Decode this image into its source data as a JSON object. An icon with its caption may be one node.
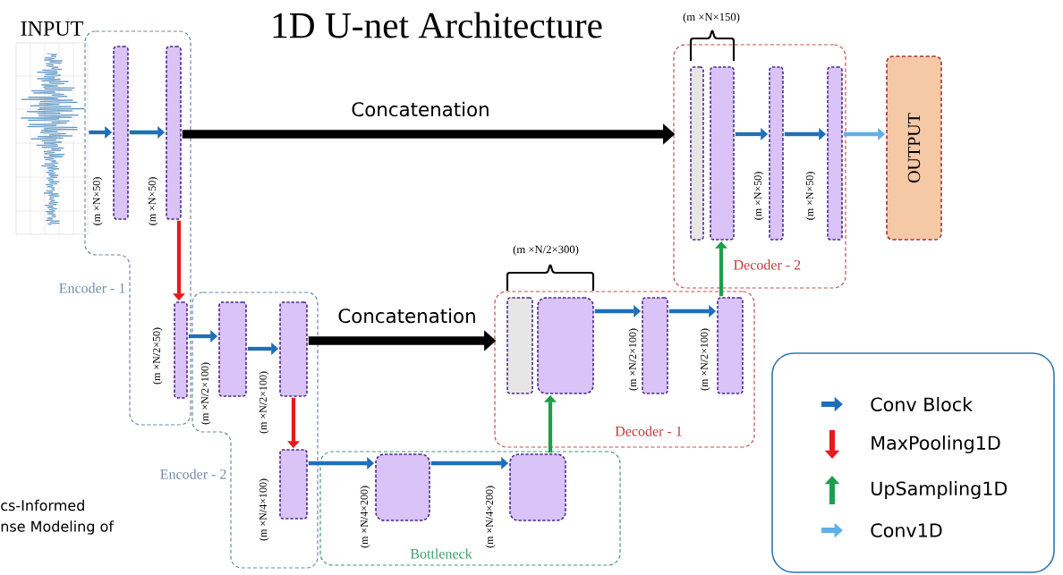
{
  "diagram": {
    "title": "1D U-net Architecture",
    "nodes": [
      {
        "text": [
          "INPUT"
        ]
      },
      {
        "text": [
          "Encoder - 1"
        ]
      },
      {
        "text": [],
        "shape": "bar",
        "in": 1,
        "beside": [
          "(m ×N×50)"
        ]
      },
      {
        "text": [],
        "shape": "bar",
        "in": 1,
        "beside": [
          "(m ×N×50)"
        ]
      },
      {
        "text": [],
        "shape": "bar",
        "in": 1,
        "beside": [
          "(m ×N/2×50)"
        ]
      },
      {
        "text": [
          "Encoder - 2"
        ]
      },
      {
        "text": [],
        "shape": "bar",
        "in": 5,
        "beside": [
          "(m ×N/2×100)"
        ]
      },
      {
        "text": [],
        "shape": "bar",
        "in": 5,
        "beside": [
          "(m ×N/2×100)"
        ]
      },
      {
        "text": [],
        "shape": "bar",
        "in": 5,
        "beside": [
          "(m ×N/4×100)"
        ]
      },
      {
        "text": [
          "Bottleneck"
        ]
      },
      {
        "text": [],
        "shape": "box",
        "in": 9,
        "beside": [
          "(m ×N/4×200)"
        ]
      },
      {
        "text": [],
        "shape": "box",
        "in": 9,
        "beside": [
          "(m ×N/4×200)"
        ]
      },
      {
        "text": [
          "Decoder - 1"
        ]
      },
      {
        "text": [],
        "shape": "bar",
        "in": 12
      },
      {
        "text": [],
        "shape": "box",
        "in": 12
      },
      {
        "text": [],
        "shape": "bar",
        "in": 12,
        "beside": [
          "(m ×N/2×100)"
        ]
      },
      {
        "text": [],
        "shape": "bar",
        "in": 12,
        "beside": [
          "(m ×N/2×100)"
        ]
      },
      {
        "text": [
          "Decoder - 2"
        ]
      },
      {
        "text": [],
        "shape": "bar",
        "in": 17
      },
      {
        "text": [],
        "shape": "bar",
        "in": 17
      },
      {
        "text": [],
        "shape": "bar",
        "in": 17,
        "beside": [
          "(m ×N×50)"
        ]
      },
      {
        "text": [],
        "shape": "bar",
        "in": 17,
        "beside": [
          "(m ×N×50)"
        ]
      },
      {
        "text": [
          "OUTPUT"
        ]
      }
    ],
    "edges": [
      {
        "from": 0,
        "to": 2,
        "arrow": "to"
      },
      {
        "from": 2,
        "to": 3,
        "arrow": "to"
      },
      {
        "from": 3,
        "to": 4,
        "arrow": "to",
        "color": "#e41a1c"
      },
      {
        "from": 4,
        "to": 6,
        "arrow": "to"
      },
      {
        "from": 6,
        "to": 7,
        "arrow": "to"
      },
      {
        "from": 7,
        "to": 8,
        "arrow": "to",
        "color": "#e41a1c"
      },
      {
        "from": 8,
        "to": 10,
        "arrow": "to"
      },
      {
        "from": 10,
        "to": 11,
        "arrow": "to"
      },
      {
        "from": 11,
        "to": 14,
        "arrow": "to",
        "color": "#1e9e4a"
      },
      {
        "from": 7,
        "to": 12,
        "arrow": "to",
        "label": "Concatenation",
        "style": "thick",
        "color": "#000000"
      },
      {
        "from": 14,
        "to": 15,
        "arrow": "to"
      },
      {
        "from": 15,
        "to": 16,
        "arrow": "to"
      },
      {
        "from": 16,
        "to": 19,
        "arrow": "to",
        "color": "#1e9e4a"
      },
      {
        "from": 3,
        "to": 17,
        "arrow": "to",
        "label": "Concatenation",
        "style": "thick",
        "color": "#000000"
      },
      {
        "from": 19,
        "to": 20,
        "arrow": "to"
      },
      {
        "from": 20,
        "to": 21,
        "arrow": "to"
      },
      {
        "from": 21,
        "to": 22,
        "arrow": "to",
        "color": "#5fb0e8"
      }
    ],
    "labels": [
      "(m ×N×150)",
      "(m ×N/2×300)",
      "cs-Informed",
      "nse Modeling of"
    ],
    "legend": [
      {
        "text": "Conv Block"
      },
      {
        "text": "MaxPooling1D"
      },
      {
        "text": "UpSampling1D"
      },
      {
        "text": "Conv1D"
      }
    ]
  }
}
